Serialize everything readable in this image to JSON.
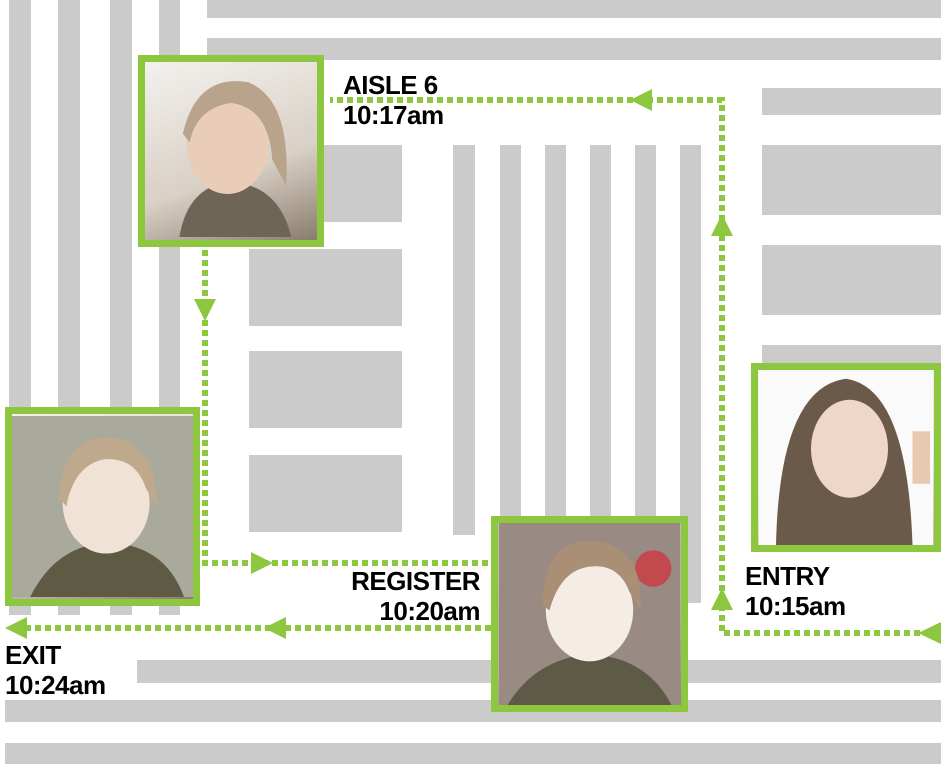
{
  "colors": {
    "path": "#8dc63f",
    "shelf": "#cbcbcb"
  },
  "stops": [
    {
      "id": "entry",
      "place": "ENTRY",
      "time": "10:15am"
    },
    {
      "id": "aisle6",
      "place": "AISLE 6",
      "time": "10:17am"
    },
    {
      "id": "register",
      "place": "REGISTER",
      "time": "10:20am"
    },
    {
      "id": "exit",
      "place": "EXIT",
      "time": "10:24am"
    }
  ]
}
